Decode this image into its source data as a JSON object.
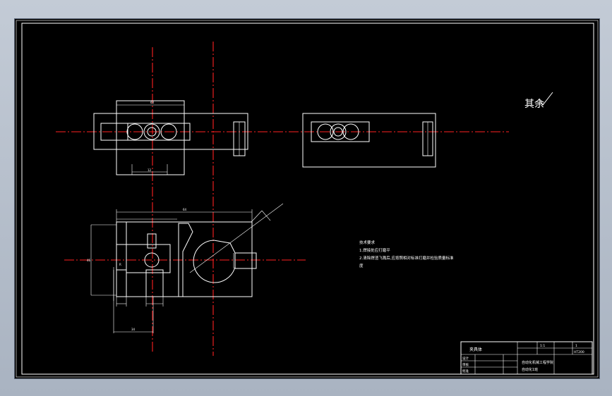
{
  "drawing": {
    "background": "#000000",
    "line_color": "#ffffff",
    "centerline_color": "#ff2020",
    "roughness_note": "其余",
    "tech_req": {
      "heading": "技术要求",
      "line1": "1.焊接处应打磨平",
      "line2": "2.清除焊渣飞溅后,应按照相对标准打磨并检验质量标准",
      "line3": "度"
    },
    "title_block": {
      "part_name": "夹具体",
      "scale": "1:1",
      "sheet": "1",
      "material": "HT200",
      "drawn": "设计",
      "checked": "审核",
      "approved": "批准",
      "school": "自动化机械工程学院",
      "class": "自动化1班"
    },
    "dims": {
      "d1": "64",
      "d2": "R",
      "d3": "46",
      "d4": "34",
      "d5": "12",
      "d6": "60"
    }
  }
}
